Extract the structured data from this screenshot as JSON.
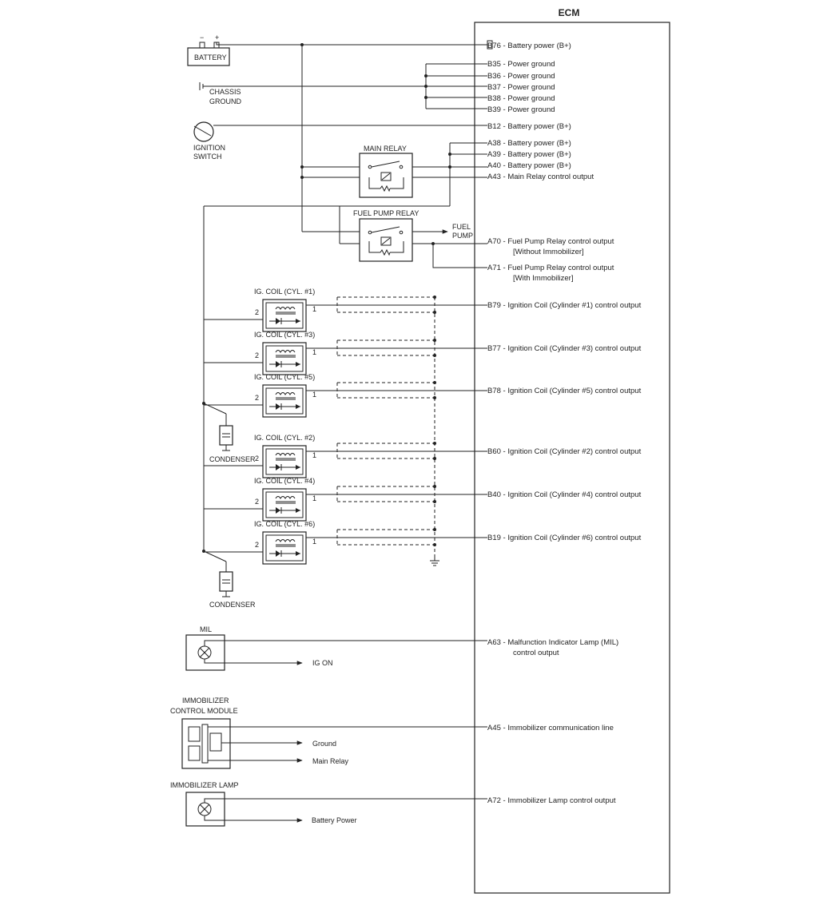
{
  "ecm": {
    "title": "ECM"
  },
  "pins": [
    {
      "code": "B76",
      "text": "Battery power (B+)"
    },
    {
      "code": "B35",
      "text": "Power ground"
    },
    {
      "code": "B36",
      "text": "Power ground"
    },
    {
      "code": "B37",
      "text": "Power ground"
    },
    {
      "code": "B38",
      "text": "Power ground"
    },
    {
      "code": "B39",
      "text": "Power ground"
    },
    {
      "code": "B12",
      "text": "Battery power (B+)"
    },
    {
      "code": "A38",
      "text": "Battery power (B+)"
    },
    {
      "code": "A39",
      "text": "Battery power (B+)"
    },
    {
      "code": "A40",
      "text": "Battery power (B+)"
    },
    {
      "code": "A43",
      "text": "Main Relay control output"
    },
    {
      "code": "A70",
      "text": "Fuel Pump Relay control output",
      "text2": "[Without Immobilizer]"
    },
    {
      "code": "A71",
      "text": "Fuel Pump Relay control output",
      "text2": "[With Immobilizer]"
    },
    {
      "code": "B79",
      "text": "Ignition Coil (Cylinder #1) control output"
    },
    {
      "code": "B77",
      "text": "Ignition Coil (Cylinder #3) control output"
    },
    {
      "code": "B78",
      "text": "Ignition Coil (Cylinder #5) control output"
    },
    {
      "code": "B60",
      "text": "Ignition Coil (Cylinder #2) control output"
    },
    {
      "code": "B40",
      "text": "Ignition Coil (Cylinder #4) control output"
    },
    {
      "code": "B19",
      "text": "Ignition Coil (Cylinder #6) control output"
    },
    {
      "code": "A63",
      "text": "Malfunction Indicator Lamp (MIL)",
      "text2": "control output"
    },
    {
      "code": "A45",
      "text": "Immobilizer communication line"
    },
    {
      "code": "A72",
      "text": "Immobilizer Lamp control output"
    }
  ],
  "components": {
    "battery": {
      "label": "BATTERY",
      "minus": "−",
      "plus": "+"
    },
    "chassis_ground": {
      "line1": "CHASSIS",
      "line2": "GROUND"
    },
    "ignition_switch": {
      "line1": "IGNITION",
      "line2": "SWITCH"
    },
    "main_relay": {
      "label": "MAIN RELAY"
    },
    "fuel_pump_relay": {
      "label": "FUEL PUMP RELAY"
    },
    "fuel_pump": {
      "line1": "FUEL",
      "line2": "PUMP"
    },
    "coils": [
      {
        "label": "IG. COIL (CYL. #1)",
        "pin_a": "2",
        "pin_b": "1"
      },
      {
        "label": "IG. COIL (CYL. #3)",
        "pin_a": "2",
        "pin_b": "1"
      },
      {
        "label": "IG. COIL (CYL. #5)",
        "pin_a": "2",
        "pin_b": "1"
      },
      {
        "label": "IG. COIL (CYL. #2)",
        "pin_a": "2",
        "pin_b": "1"
      },
      {
        "label": "IG. COIL (CYL. #4)",
        "pin_a": "2",
        "pin_b": "1"
      },
      {
        "label": "IG. COIL (CYL. #6)",
        "pin_a": "2",
        "pin_b": "1"
      }
    ],
    "condenser_1": {
      "label": "CONDENSER"
    },
    "condenser_2": {
      "label": "CONDENSER"
    },
    "mil": {
      "label": "MIL",
      "ig_on": "IG ON"
    },
    "immobilizer_module": {
      "line1": "IMMOBILIZER",
      "line2": "CONTROL MODULE",
      "ground": "Ground",
      "main_relay": "Main Relay"
    },
    "immobilizer_lamp": {
      "label": "IMMOBILIZER LAMP",
      "battery_power": "Battery Power"
    }
  }
}
